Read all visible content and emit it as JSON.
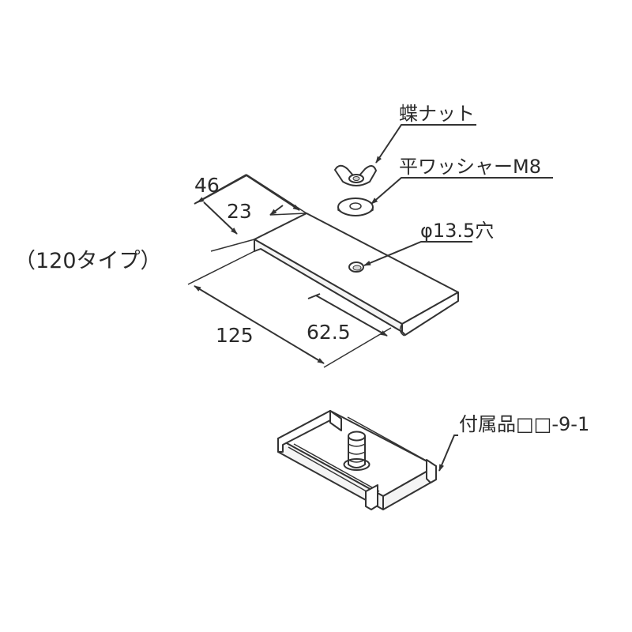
{
  "diagram": {
    "type_label": "（120タイプ）",
    "parts": {
      "wing_nut": "蝶ナット",
      "washer": "平ワッシャーM8",
      "hole": "φ13.5穴",
      "accessory": "付属品□□-9-1"
    },
    "dimensions": {
      "width_outer": "46",
      "width_inner": "23",
      "length": "125",
      "half_length": "62.5"
    }
  }
}
